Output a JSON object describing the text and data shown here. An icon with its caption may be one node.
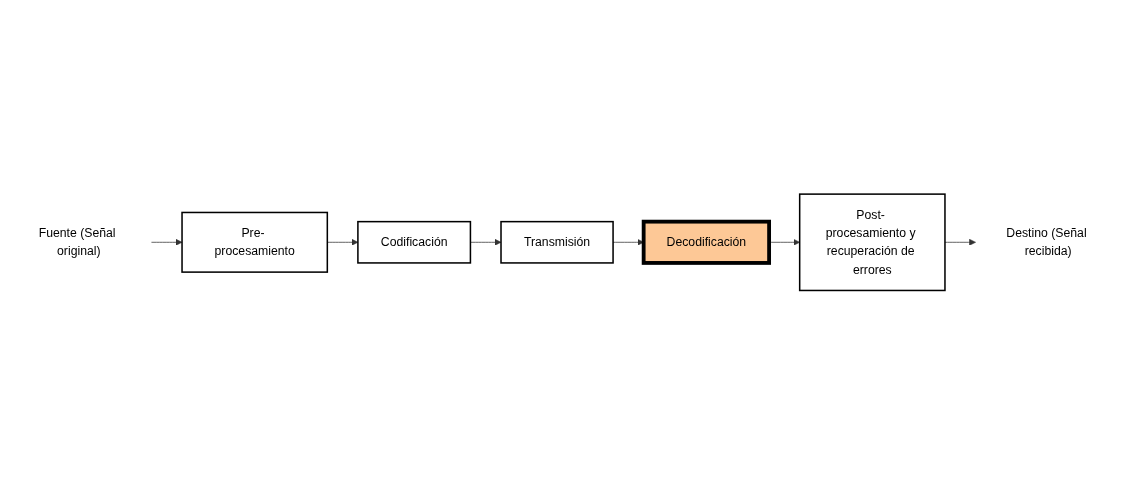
{
  "diagram": {
    "nodes": [
      {
        "text": [
          "Fuente (Señal original)"
        ]
      },
      {
        "text": [
          "Pre- procesamiento"
        ]
      },
      {
        "text": [
          "Codificación"
        ]
      },
      {
        "text": [
          "Transmisión"
        ]
      },
      {
        "text": [
          "Decodificación"
        ]
      },
      {
        "text": [
          "Post- procesamiento y recuperación de errores"
        ]
      },
      {
        "text": [
          "Destino (Señal recibida)"
        ]
      }
    ],
    "edges": [
      {
        "from": 0,
        "to": 1,
        "arrow": "to"
      },
      {
        "from": 1,
        "to": 2,
        "arrow": "to"
      },
      {
        "from": 2,
        "to": 3,
        "arrow": "to"
      },
      {
        "from": 3,
        "to": 4,
        "arrow": "to"
      },
      {
        "from": 4,
        "to": 5,
        "arrow": "to"
      },
      {
        "from": 5,
        "to": 6,
        "arrow": "to"
      }
    ]
  }
}
